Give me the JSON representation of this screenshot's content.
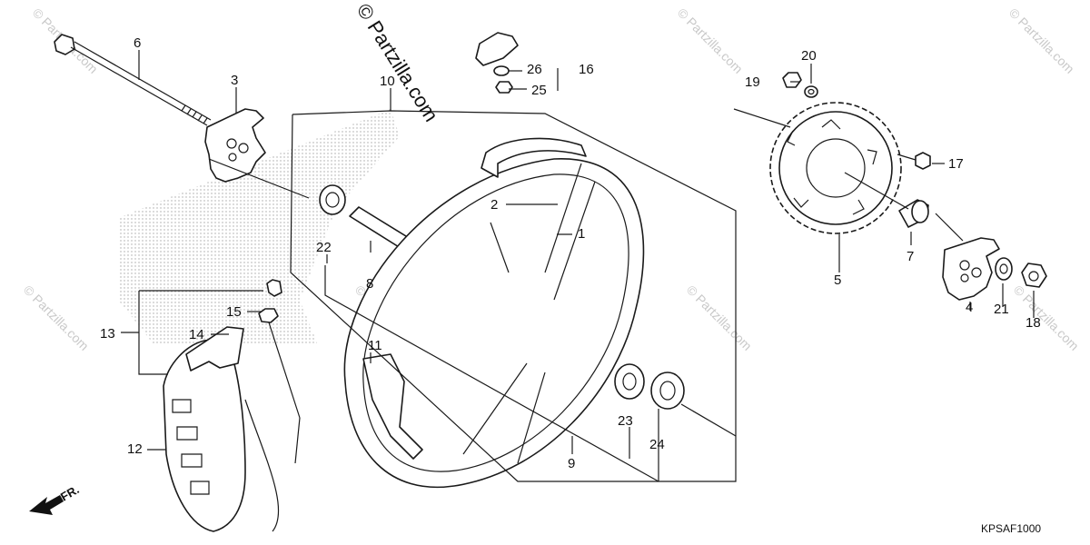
{
  "diagram": {
    "watermark": "© Partzilla.com",
    "watermark_faint": "© Partzilla.com",
    "diagram_code": "KPSAF1000",
    "direction_label": "FR.",
    "callouts": {
      "c1": "1",
      "c2": "2",
      "c3": "3",
      "c4": "4",
      "c5": "5",
      "c6": "6",
      "c7": "7",
      "c8": "8",
      "c9": "9",
      "c10": "10",
      "c11": "11",
      "c12": "12",
      "c13": "13",
      "c14": "14",
      "c15": "15",
      "c16": "16",
      "c17": "17",
      "c18": "18",
      "c19": "19",
      "c20": "20",
      "c21": "21",
      "c22": "22",
      "c23": "23",
      "c24": "24",
      "c25": "25",
      "c26": "26"
    },
    "colors": {
      "ink": "#1a1a1a",
      "watermark": "#c9c9c9",
      "shade": "#9a9a9a"
    },
    "icons": [
      "arrow-left-icon"
    ]
  }
}
